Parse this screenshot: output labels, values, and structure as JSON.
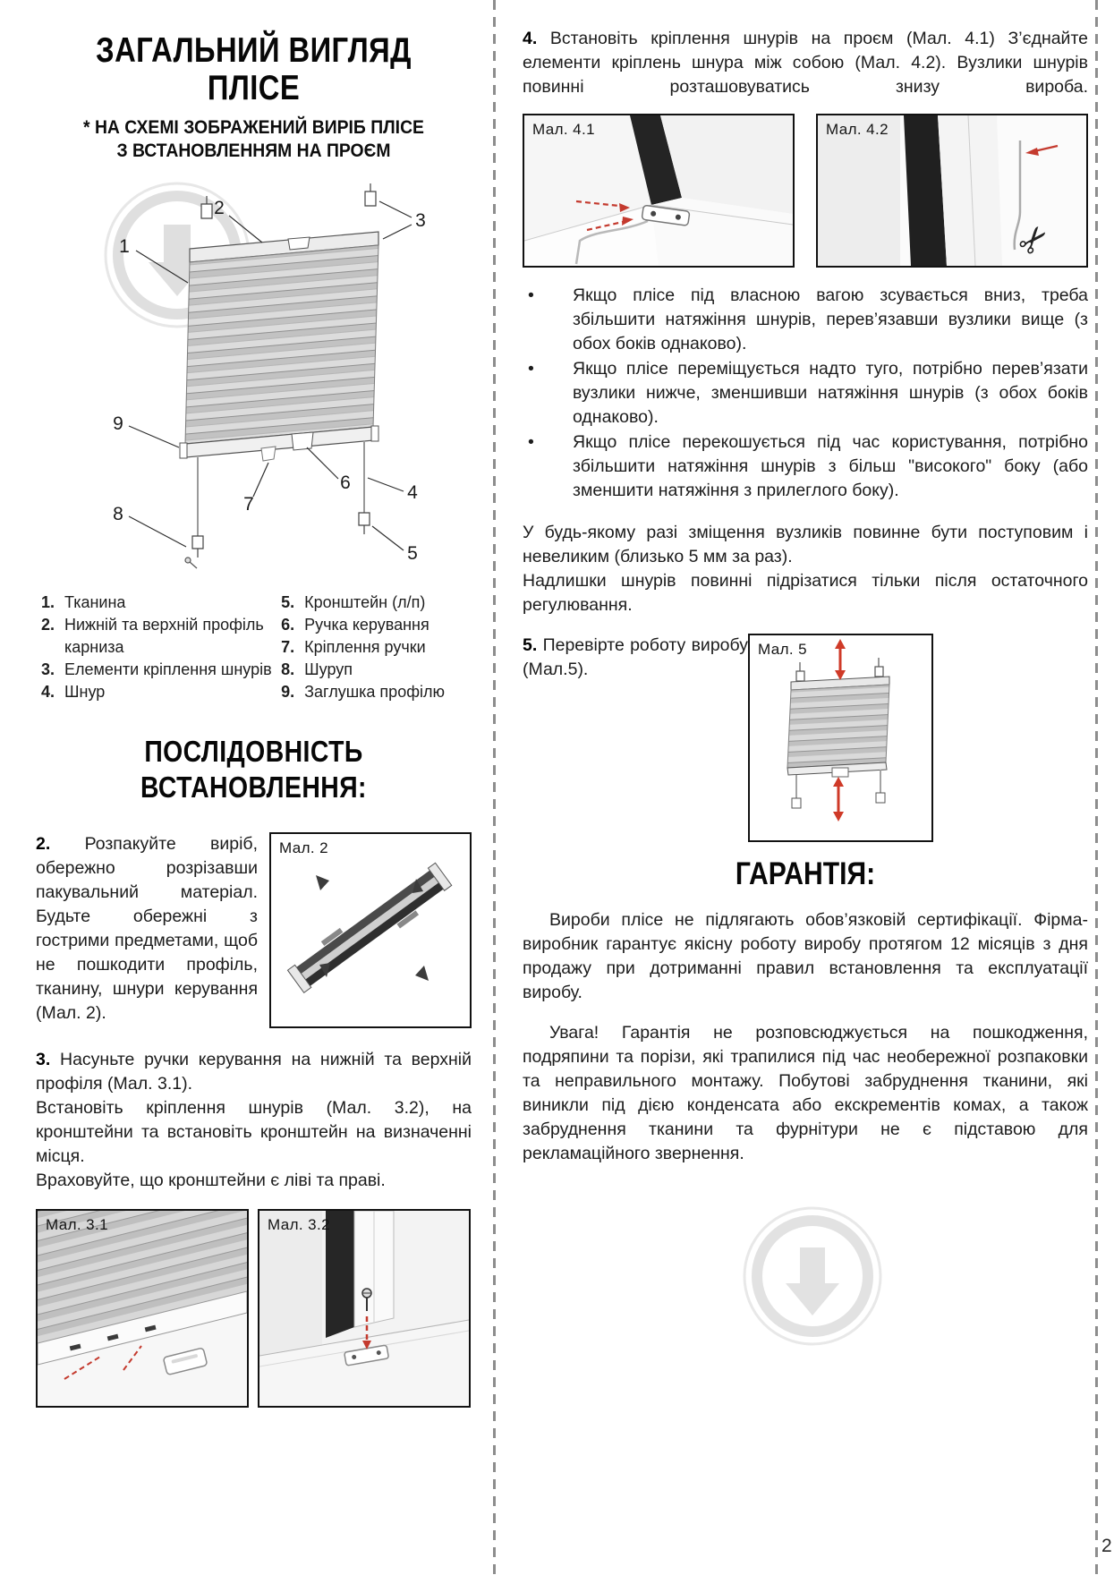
{
  "page": {
    "number": "2"
  },
  "colors": {
    "arrow_red": "#c43a2e",
    "watermark_gray": "#c6c6c6"
  },
  "left": {
    "title_line1": "ЗАГАЛЬНИЙ ВИГЛЯД",
    "title_line2": "ПЛІСЕ",
    "subtitle_line1": "* НА СХЕМІ ЗОБРАЖЕНИЙ ВИРІБ ПЛІСЕ",
    "subtitle_line2": "З ВСТАНОВЛЕННЯМ НА ПРОЄМ",
    "callouts": [
      "1",
      "2",
      "3",
      "4",
      "5",
      "6",
      "7",
      "8",
      "9"
    ],
    "legend_col1": [
      {
        "num": "1.",
        "label": "Тканина"
      },
      {
        "num": "2.",
        "label": "Нижній та верхній профіль карниза"
      },
      {
        "num": "3.",
        "label": "Елементи кріплення шнурів"
      },
      {
        "num": "4.",
        "label": "Шнур"
      }
    ],
    "legend_col2": [
      {
        "num": "5.",
        "label": "Кронштейн (л/п)"
      },
      {
        "num": "6.",
        "label": "Ручка керування"
      },
      {
        "num": "7.",
        "label": "Кріплення ручки"
      },
      {
        "num": "8.",
        "label": "Шуруп"
      },
      {
        "num": "9.",
        "label": "Заглушка профілю"
      }
    ],
    "sequence_title": "ПОСЛІДОВНІСТЬ ВСТАНОВЛЕННЯ:",
    "step2_num": "2.",
    "step2_text": "Розпакуйте виріб, обережно розрізавши пакувальний матеріал. Будьте обережні з гострими предметами, щоб не пошкодити профіль, тканину, шнури керування (Мал. 2).",
    "fig2_label": "Мал. 2",
    "step3_num": "3.",
    "step3_line1": "Насуньте ручки керування на нижній та верхній профіля (Мал. 3.1).",
    "step3_line2": "Встановіть кріплення шнурів (Мал. 3.2), на кронштейни та встановіть кронштейн на визначенні місця.",
    "step3_line3": "Враховуйте, що кронштейни є ліві та праві.",
    "fig31_label": "Мал. 3.1",
    "fig32_label": "Мал. 3.2"
  },
  "right": {
    "bullet_char": "•",
    "step4_num": "4.",
    "step4_text": "Встановіть кріплення шнурів на проєм (Мал. 4.1) З’єднайте елементи кріплень шнура між собою (Мал. 4.2). Вузлики шнурів повинні розташовуватись знизу вироба.",
    "fig41_label": "Мал. 4.1",
    "fig42_label": "Мал. 4.2",
    "bullets": [
      "Якщо плісе під власною вагою зсувається вниз, треба збільшити натяжіння шнурів, перев’язавши вузлики вище (з обох боків однаково).",
      "Якщо плісе переміщується надто туго, потрібно перев’язати вузлики нижче, зменшивши натяжіння шнурів (з обох боків однаково).",
      "Якщо плісе перекошується під час користування, потрібно збільшити натяжіння шнурів з більш \"високого\" боку (або зменшити натяжіння з прилеглого боку)."
    ],
    "note_line1": "У будь-якому разі зміщення вузликів повинне бути поступовим і невеликим (близько 5 мм за раз).",
    "note_line2": "Надлишки шнурів повинні підрізатися тільки після остаточного регулювання.",
    "step5_num": "5.",
    "step5_text": "Перевірте роботу виробу (Мал.5).",
    "fig5_label": "Мал. 5",
    "warranty_title": "ГАРАНТІЯ:",
    "warranty_p1": "Вироби плісе не підлягають обов’язковій сертифікації. Фірма-виробник гарантує якісну роботу виробу протягом 12 місяців з дня продажу при дотриманні правил встановлення та експлуатації виробу.",
    "warranty_p2": "Увага! Гарантія не розповсюджується на пошкодження, подряпини та порізи, які трапилися під час необережної розпаковки та неправильного монтажу. Побутові забруднення тканини, які виникли під дією конденсата або екскрементів комах, а також забруднення тканини та фурнітури не є підставою для рекламаційного звернення."
  }
}
